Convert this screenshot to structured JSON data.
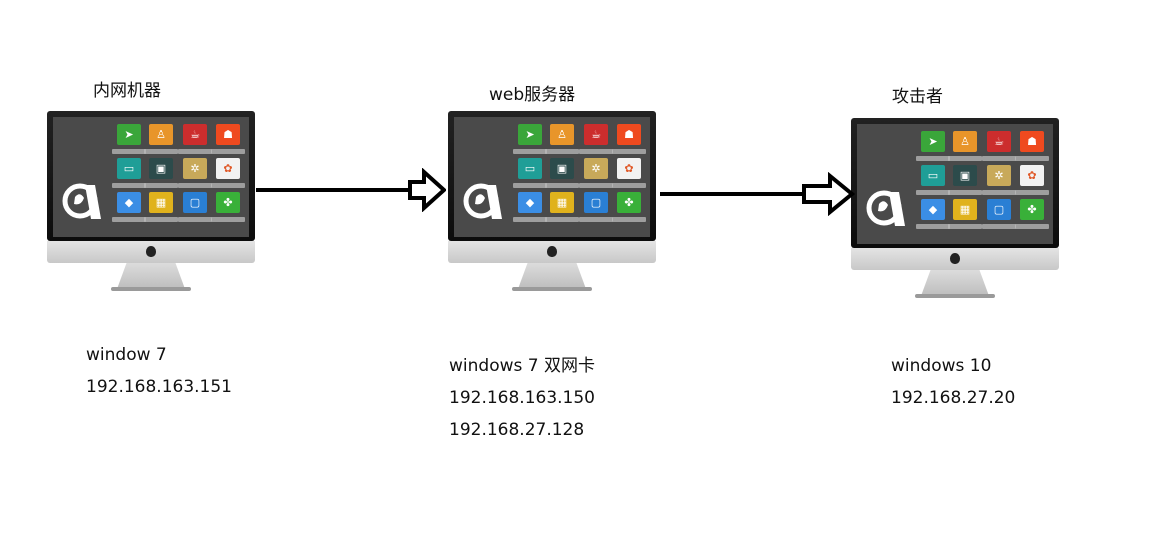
{
  "nodes": [
    {
      "title": "内网机器",
      "info": [
        "window 7",
        "192.168.163.151"
      ]
    },
    {
      "title": "web服务器",
      "info": [
        "windows 7 双网卡",
        "192.168.163.150",
        "192.168.27.128"
      ]
    },
    {
      "title": "攻击者",
      "info": [
        "windows 10",
        "192.168.27.20"
      ]
    }
  ],
  "app_icons": [
    {
      "name": "send-icon",
      "color": "#3aa63a",
      "glyph": "➤"
    },
    {
      "name": "worker-icon",
      "color": "#e8952a",
      "glyph": "♙"
    },
    {
      "name": "food-icon",
      "color": "#cc2d2d",
      "glyph": "☕"
    },
    {
      "name": "people-icon",
      "color": "#ef4a1f",
      "glyph": "☗"
    },
    {
      "name": "tv-icon",
      "color": "#1f9e97",
      "glyph": "▭"
    },
    {
      "name": "laptop-icon",
      "color": "#2c4b4b",
      "glyph": "▣"
    },
    {
      "name": "gear-icon",
      "color": "#c8a95a",
      "glyph": "✲"
    },
    {
      "name": "colorwheel-icon",
      "color": "#f2f2f2",
      "glyph": "✿"
    },
    {
      "name": "diamond-icon",
      "color": "#3b8ee5",
      "glyph": "◆"
    },
    {
      "name": "building-icon",
      "color": "#e0b21d",
      "glyph": "▦"
    },
    {
      "name": "message-icon",
      "color": "#2a7fd4",
      "glyph": "▢"
    },
    {
      "name": "handshake-icon",
      "color": "#39b039",
      "glyph": "✤"
    }
  ],
  "arrows": [
    {
      "from": "内网机器",
      "to": "web服务器"
    },
    {
      "from": "web服务器",
      "to": "攻击者"
    }
  ]
}
